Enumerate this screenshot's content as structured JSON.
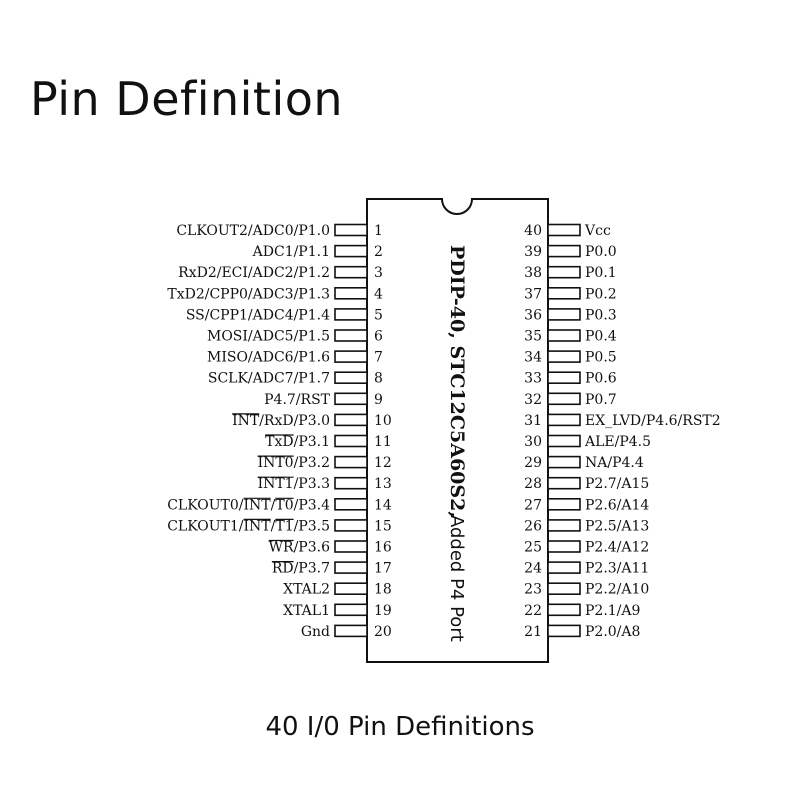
{
  "title": "Pin Definition",
  "caption": "40 I/0 Pin Definitions",
  "chip": {
    "package_label": "PDIP-40, STC12C5A60S2,",
    "extra_label": "Added P4 Port",
    "left_pins": [
      {
        "num": "1",
        "label": "CLKOUT2/ADC0/P1.0"
      },
      {
        "num": "2",
        "label": "ADC1/P1.1"
      },
      {
        "num": "3",
        "label": "RxD2/ECI/ADC2/P1.2"
      },
      {
        "num": "4",
        "label": "TxD2/CPP0/ADC3/P1.3"
      },
      {
        "num": "5",
        "label": "SS/CPP1/ADC4/P1.4"
      },
      {
        "num": "6",
        "label": "MOSI/ADC5/P1.5"
      },
      {
        "num": "7",
        "label": "MISO/ADC6/P1.6"
      },
      {
        "num": "8",
        "label": "SCLK/ADC7/P1.7"
      },
      {
        "num": "9",
        "label": "P4.7/RST"
      },
      {
        "num": "10",
        "label": "INT/RxD/P3.0"
      },
      {
        "num": "11",
        "label": "TxD/P3.1"
      },
      {
        "num": "12",
        "label": "INT0/P3.2"
      },
      {
        "num": "13",
        "label": "INT1/P3.3"
      },
      {
        "num": "14",
        "label": "CLKOUT0/INT/T0/P3.4"
      },
      {
        "num": "15",
        "label": "CLKOUT1/INT/T1/P3.5"
      },
      {
        "num": "16",
        "label": "WR/P3.6"
      },
      {
        "num": "17",
        "label": "RD/P3.7"
      },
      {
        "num": "18",
        "label": "XTAL2"
      },
      {
        "num": "19",
        "label": "XTAL1"
      },
      {
        "num": "20",
        "label": "Gnd"
      }
    ],
    "right_pins": [
      {
        "num": "40",
        "label": "Vcc"
      },
      {
        "num": "39",
        "label": "P0.0"
      },
      {
        "num": "38",
        "label": "P0.1"
      },
      {
        "num": "37",
        "label": "P0.2"
      },
      {
        "num": "36",
        "label": "P0.3"
      },
      {
        "num": "35",
        "label": "P0.4"
      },
      {
        "num": "34",
        "label": "P0.5"
      },
      {
        "num": "33",
        "label": "P0.6"
      },
      {
        "num": "32",
        "label": "P0.7"
      },
      {
        "num": "31",
        "label": "EX_LVD/P4.6/RST2"
      },
      {
        "num": "30",
        "label": "ALE/P4.5"
      },
      {
        "num": "29",
        "label": "NA/P4.4"
      },
      {
        "num": "28",
        "label": "P2.7/A15"
      },
      {
        "num": "27",
        "label": "P2.6/A14"
      },
      {
        "num": "26",
        "label": "P2.5/A13"
      },
      {
        "num": "25",
        "label": "P2.4/A12"
      },
      {
        "num": "24",
        "label": "P2.3/A11"
      },
      {
        "num": "23",
        "label": "P2.2/A10"
      },
      {
        "num": "22",
        "label": "P2.1/A9"
      },
      {
        "num": "21",
        "label": "P2.0/A8"
      }
    ]
  }
}
